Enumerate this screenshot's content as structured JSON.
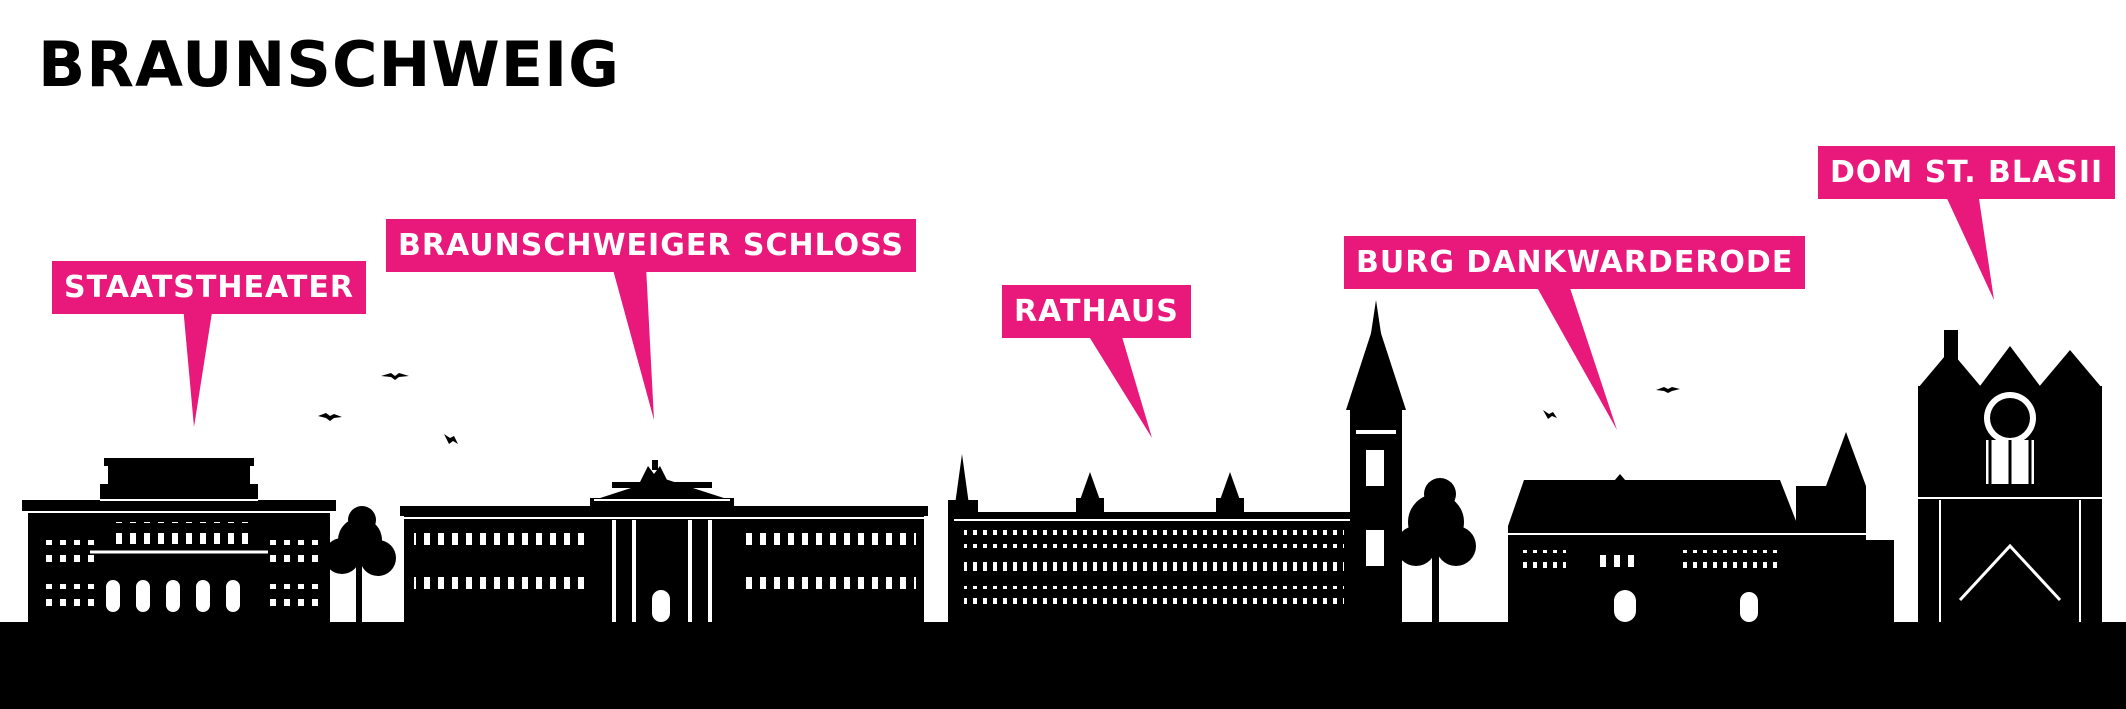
{
  "city": "BRAUNSCHWEIG",
  "landmarks": [
    {
      "id": "staatstheater",
      "label": "STAATSTHEATER"
    },
    {
      "id": "schloss",
      "label": "BRAUNSCHWEIGER SCHLOSS"
    },
    {
      "id": "rathaus",
      "label": "RATHAUS"
    },
    {
      "id": "burg",
      "label": "BURG DANKWARDERODE"
    },
    {
      "id": "dom",
      "label": "DOM ST. BLASII"
    }
  ],
  "colors": {
    "accent": "#e8197a",
    "silhouette": "#000000",
    "background": "#ffffff"
  }
}
